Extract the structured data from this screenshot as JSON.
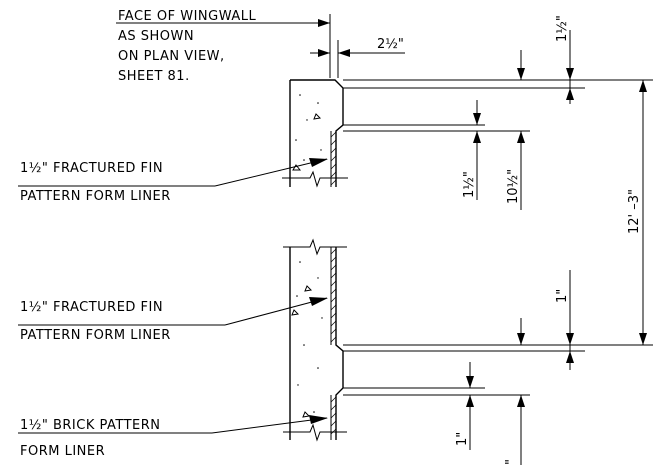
{
  "notes": {
    "face_of_wingwall": [
      "FACE OF WINGWALL",
      "AS SHOWN",
      "ON PLAN VIEW,",
      "SHEET 81."
    ],
    "fractured_fin_top": [
      "1½\" FRACTURED FIN",
      "PATTERN FORM LINER"
    ],
    "fractured_fin_mid": [
      "1½\" FRACTURED FIN",
      "PATTERN FORM LINER"
    ],
    "brick_pattern": [
      "1½\" BRICK PATTERN",
      "FORM LINER"
    ]
  },
  "dimensions": {
    "offset_top": "2½\"",
    "top_chamfer": "1½\"",
    "liner_depth_top": "1½\"",
    "rustication_top": "10½\"",
    "overall_height": "12' –3\"",
    "band_mid": "1\"",
    "band_bottom": "1\"",
    "cut_off": "\""
  },
  "colors": {
    "line": "#000000",
    "background": "#ffffff"
  }
}
